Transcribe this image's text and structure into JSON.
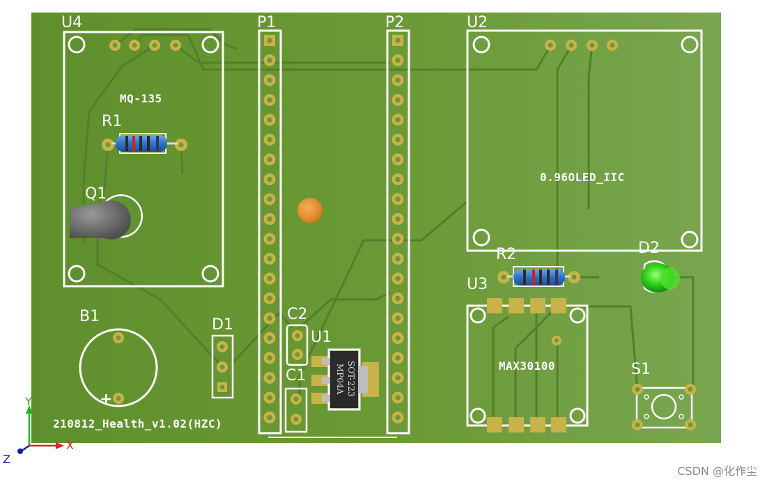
{
  "board": {
    "title": "210812_Health_v1.02(HZC)",
    "colors": {
      "background": "#ffffff",
      "board": "#6b9a3a",
      "silk": "#ffffff",
      "pad": "#c8b24a",
      "trace": "#557f2a"
    }
  },
  "designators": {
    "u4": "U4",
    "p1": "P1",
    "p2": "P2",
    "u2": "U2",
    "r1": "R1",
    "q1": "Q1",
    "r2": "R2",
    "d2": "D2",
    "u3": "U3",
    "b1": "B1",
    "d1": "D1",
    "c2": "C2",
    "u1": "U1",
    "c1": "C1",
    "s1": "S1"
  },
  "silkscreen": {
    "mq135": "MQ-135",
    "oled": "0.96OLED_IIC",
    "max30100": "MAX30100",
    "buzzer_plus": "+",
    "u1_line1": "SOT-223",
    "u1_line2": "MP04A"
  },
  "axes": {
    "x": "X",
    "y": "Y",
    "z": "Z"
  },
  "watermark": "CSDN @化作尘"
}
